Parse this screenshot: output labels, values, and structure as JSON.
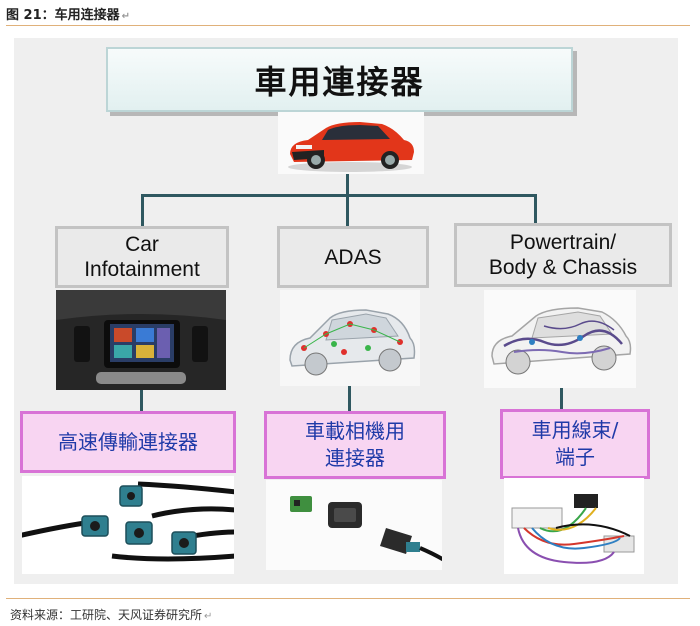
{
  "header": {
    "caption": "图 21：车用连接器",
    "source": "资料来源：工研院、天风证券研究所"
  },
  "diagram": {
    "title": "車用連接器",
    "categories": [
      {
        "lines": [
          "Car",
          "Infotainment"
        ]
      },
      {
        "lines": [
          "ADAS"
        ]
      },
      {
        "lines": [
          "Powertrain/",
          "Body & Chassis"
        ]
      }
    ],
    "connectors": [
      {
        "lines": [
          "高速傳輸連接器"
        ]
      },
      {
        "lines": [
          "車載相機用",
          "連接器"
        ]
      },
      {
        "lines": [
          "車用線束/",
          "端子"
        ]
      }
    ]
  },
  "colors": {
    "tree_line": "#2f5860",
    "pink_fill": "#f8d5f2",
    "pink_border": "#d873d6",
    "pink_text": "#1f3aa8",
    "rule": "#e0b17a"
  }
}
